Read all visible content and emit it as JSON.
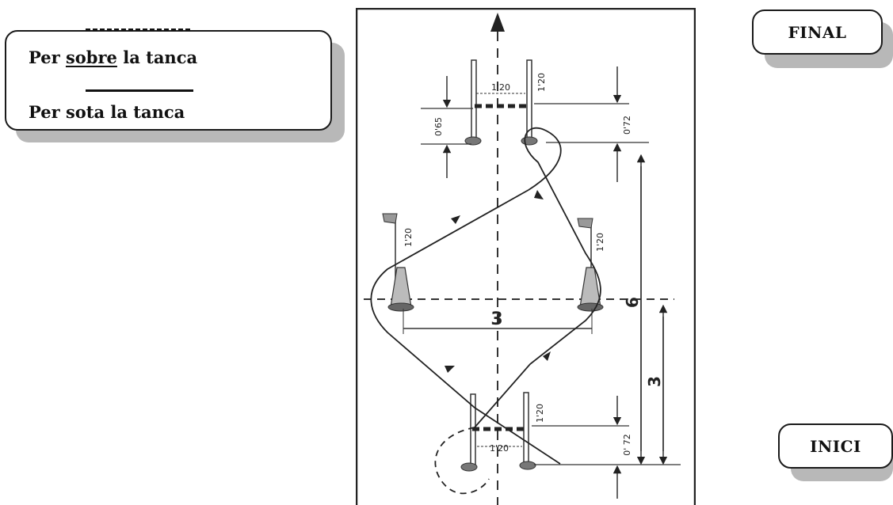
{
  "legend": {
    "line1_prefix": "Per ",
    "line1_keyword": "sobre",
    "line1_suffix": " la tanca",
    "line2": "Per sota la tanca"
  },
  "labels": {
    "final": "FINAL",
    "inici": "INICI"
  },
  "diagram": {
    "fence_top_width": "1'20",
    "fence_top_height": "1'20",
    "fence_top_left_gap": "0'65",
    "fence_top_right_gap": "0'72",
    "flag_left_height": "1'20",
    "flag_right_height": "1'20",
    "cone_distance": "3",
    "total_length": "6",
    "half_length": "3",
    "fence_bottom_width": "1'20",
    "fence_bottom_height": "1'20",
    "fence_bottom_gap": "0' 72"
  },
  "colors": {
    "ink": "#222222",
    "shadow": "#b8b8b8"
  }
}
